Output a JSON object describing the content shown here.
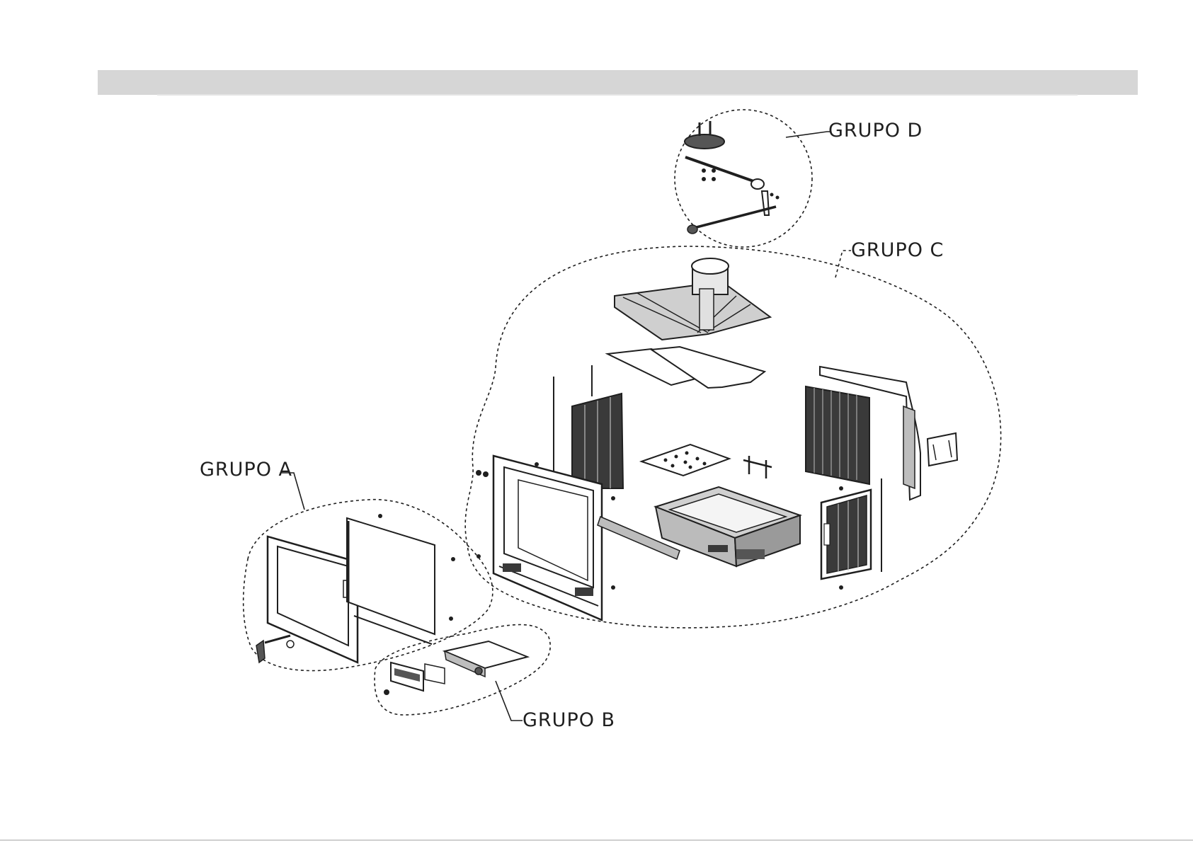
{
  "groups": [
    {
      "id": "a",
      "label": "GRUPO  A"
    },
    {
      "id": "b",
      "label": "GRUPO  B"
    },
    {
      "id": "c",
      "label": "GRUPO  C"
    },
    {
      "id": "d",
      "label": "GRUPO  D"
    }
  ],
  "colors": {
    "ink": "#1f1f1f",
    "header": "#d6d6d6",
    "part_fill": "#bdbdbd",
    "dark_fill": "#3a3a3a"
  }
}
